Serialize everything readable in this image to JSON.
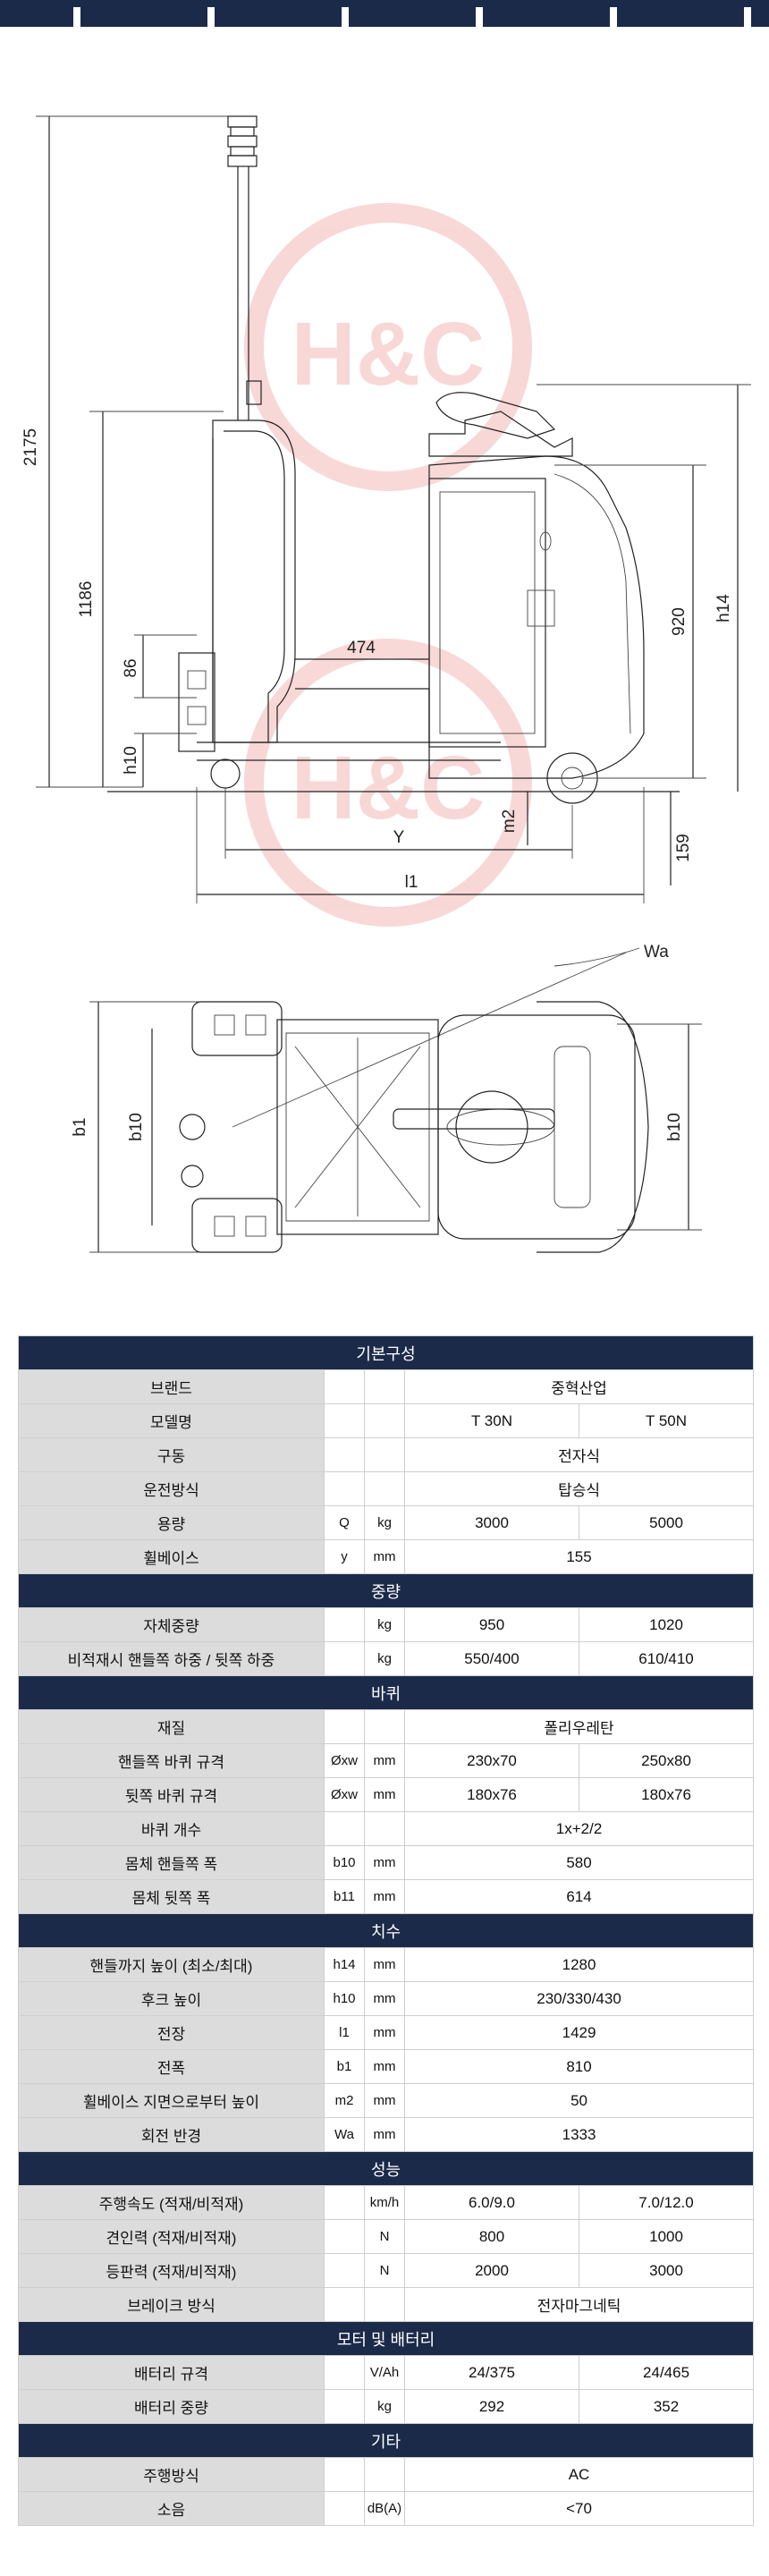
{
  "drawing_side": {
    "dim_2175": "2175",
    "dim_1186": "1186",
    "dim_86": "86",
    "dim_h10": "h10",
    "dim_474": "474",
    "dim_920": "920",
    "dim_h14": "h14",
    "dim_m2": "m2",
    "dim_159": "159",
    "dim_Y": "Y",
    "dim_l1": "l1",
    "watermark": "H&C"
  },
  "drawing_top": {
    "dim_Wa": "Wa",
    "dim_b1": "b1",
    "dim_b10_left": "b10",
    "dim_b10_right": "b10"
  },
  "spec": {
    "rows": [
      {
        "type": "cat",
        "label": "기본구성"
      },
      {
        "type": "row",
        "label": "브랜드",
        "sym": "",
        "unit": "",
        "merged": "중혁산업"
      },
      {
        "type": "row",
        "label": "모델명",
        "sym": "",
        "unit": "",
        "v1": "T 30N",
        "v2": "T 50N"
      },
      {
        "type": "row",
        "label": "구동",
        "sym": "",
        "unit": "",
        "merged": "전자식"
      },
      {
        "type": "row",
        "label": "운전방식",
        "sym": "",
        "unit": "",
        "merged": "탑승식"
      },
      {
        "type": "row",
        "label": "용량",
        "sym": "Q",
        "unit": "kg",
        "v1": "3000",
        "v2": "5000"
      },
      {
        "type": "row",
        "label": "휠베이스",
        "sym": "y",
        "unit": "mm",
        "merged": "155"
      },
      {
        "type": "cat",
        "label": "중량"
      },
      {
        "type": "row",
        "label": "자체중량",
        "sym": "",
        "unit": "kg",
        "v1": "950",
        "v2": "1020"
      },
      {
        "type": "row",
        "label": "비적재시 핸들쪽 하중 / 뒷쪽 하중",
        "sym": "",
        "unit": "kg",
        "v1": "550/400",
        "v2": "610/410"
      },
      {
        "type": "cat",
        "label": "바퀴"
      },
      {
        "type": "row",
        "label": "재질",
        "sym": "",
        "unit": "",
        "merged": "폴리우레탄"
      },
      {
        "type": "row",
        "label": "핸들쪽 바퀴 규격",
        "sym": "Øxw",
        "unit": "mm",
        "v1": "230x70",
        "v2": "250x80"
      },
      {
        "type": "row",
        "label": "뒷쪽 바퀴 규격",
        "sym": "Øxw",
        "unit": "mm",
        "v1": "180x76",
        "v2": "180x76"
      },
      {
        "type": "row",
        "label": "바퀴 개수",
        "sym": "",
        "unit": "",
        "merged": "1x+2/2"
      },
      {
        "type": "row",
        "label": "몸체 핸들쪽 폭",
        "sym": "b10",
        "unit": "mm",
        "merged": "580"
      },
      {
        "type": "row",
        "label": "몸체 뒷쪽 폭",
        "sym": "b11",
        "unit": "mm",
        "merged": "614"
      },
      {
        "type": "cat",
        "label": "치수"
      },
      {
        "type": "row",
        "label": "핸들까지 높이 (최소/최대)",
        "sym": "h14",
        "unit": "mm",
        "merged": "1280"
      },
      {
        "type": "row",
        "label": "후크 높이",
        "sym": "h10",
        "unit": "mm",
        "merged": "230/330/430"
      },
      {
        "type": "row",
        "label": "전장",
        "sym": "l1",
        "unit": "mm",
        "merged": "1429"
      },
      {
        "type": "row",
        "label": "전폭",
        "sym": "b1",
        "unit": "mm",
        "merged": "810"
      },
      {
        "type": "row",
        "label": "휠베이스 지면으로부터 높이",
        "sym": "m2",
        "unit": "mm",
        "merged": "50"
      },
      {
        "type": "row",
        "label": "회전 반경",
        "sym": "Wa",
        "unit": "mm",
        "merged": "1333"
      },
      {
        "type": "cat",
        "label": "성능"
      },
      {
        "type": "row",
        "label": "주행속도 (적재/비적재)",
        "sym": "",
        "unit": "km/h",
        "v1": "6.0/9.0",
        "v2": "7.0/12.0"
      },
      {
        "type": "row",
        "label": "견인력 (적재/비적재)",
        "sym": "",
        "unit": "N",
        "v1": "800",
        "v2": "1000"
      },
      {
        "type": "row",
        "label": "등판력 (적재/비적재)",
        "sym": "",
        "unit": "N",
        "v1": "2000",
        "v2": "3000"
      },
      {
        "type": "row",
        "label": "브레이크 방식",
        "sym": "",
        "unit": "",
        "merged": "전자마그네틱"
      },
      {
        "type": "cat",
        "label": "모터 및 배터리"
      },
      {
        "type": "row",
        "label": "배터리 규격",
        "sym": "",
        "unit": "V/Ah",
        "v1": "24/375",
        "v2": "24/465"
      },
      {
        "type": "row",
        "label": "배터리 중량",
        "sym": "",
        "unit": "kg",
        "v1": "292",
        "v2": "352"
      },
      {
        "type": "cat",
        "label": "기타"
      },
      {
        "type": "row",
        "label": "주행방식",
        "sym": "",
        "unit": "",
        "merged": "AC"
      },
      {
        "type": "row",
        "label": "소음",
        "sym": "",
        "unit": "dB(A)",
        "merged": "<70"
      }
    ]
  }
}
